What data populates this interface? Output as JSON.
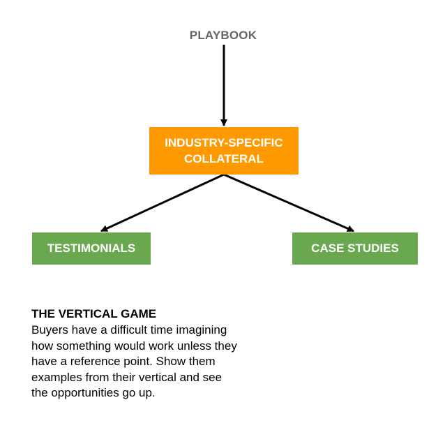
{
  "diagram": {
    "top_label": "PLAYBOOK",
    "center_node": "INDUSTRY-SPECIFIC COLLATERAL",
    "left_node": "TESTIMONIALS",
    "right_node": "CASE STUDIES",
    "colors": {
      "top_label": "#666666",
      "center_node": "#ff9900",
      "leaf_nodes": "#6aa84f",
      "arrows": "#000000"
    }
  },
  "note": {
    "title": "THE VERTICAL GAME",
    "body": "Buyers have a difficult time imagining how something would work unless they have a reference point. Show them examples from their vertical and see the opportunities go up."
  }
}
